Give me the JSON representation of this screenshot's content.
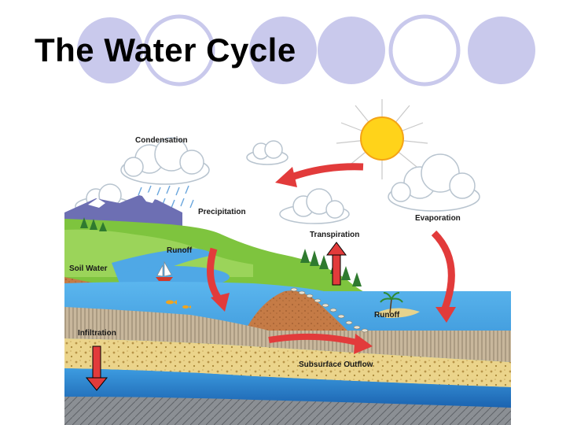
{
  "slide": {
    "title": "The Water Cycle"
  },
  "labels": {
    "condensation": "Condensation",
    "precipitation": "Precipitation",
    "evaporation": "Evaporation",
    "transpiration": "Transpiration",
    "runoff_top": "Runoff",
    "soil_water": "Soil Water",
    "runoff_shore": "Runoff",
    "infiltration": "Infiltration",
    "subsurface_outflow": "Subsurface Outflow"
  },
  "colors": {
    "decor_circle": "#c9c9ec",
    "arrow_red": "#e23b3b",
    "water": "#2a8fd6",
    "sky": "#ffffff",
    "sun": "#ffd31a"
  }
}
